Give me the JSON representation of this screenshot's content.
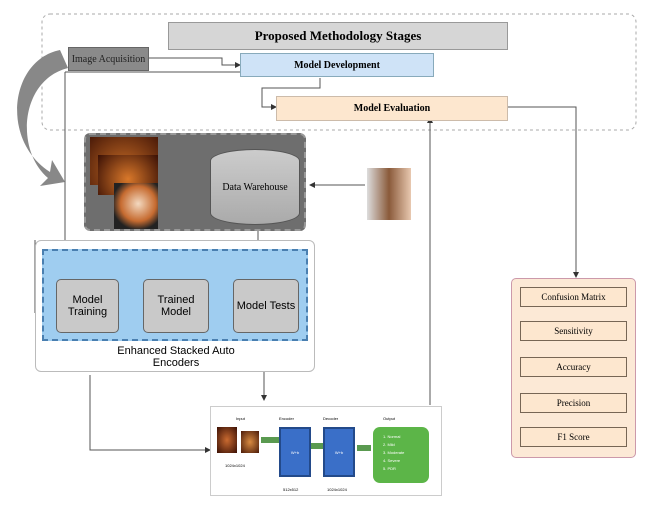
{
  "stages": {
    "title": "Proposed Methodology Stages",
    "acquisition": "Image Acquisition",
    "development": "Model Development",
    "evaluation": "Model Evaluation"
  },
  "warehouse": "Data Warehouse",
  "ensae": {
    "training": "Model Training",
    "trained": "Trained Model",
    "tests": "Model Tests",
    "caption": "Enhanced Stacked Auto Encoders"
  },
  "network": {
    "input": "Input",
    "input_size": "1024x1024",
    "encoder": "Encoder",
    "encoder_size": "512x512",
    "decoder": "Decoder",
    "decoder_size": "1024x1024",
    "output": "Output",
    "weights": "W+b",
    "classes": [
      "1. Normal",
      "2. Mild",
      "3. Moderate",
      "4. Severe",
      "5. PDR"
    ]
  },
  "metrics": [
    "Confusion Matrix",
    "Sensitivity",
    "Accuracy",
    "Precision",
    "F1 Score"
  ],
  "colors": {
    "dev": "#cfe3f7",
    "eval": "#fde7cf",
    "ensae": "#9fcdf0",
    "node": "#c9c9c9",
    "metrics_bg": "#fce9d6",
    "output": "#5cb548",
    "encoder": "#3a6fc8"
  }
}
